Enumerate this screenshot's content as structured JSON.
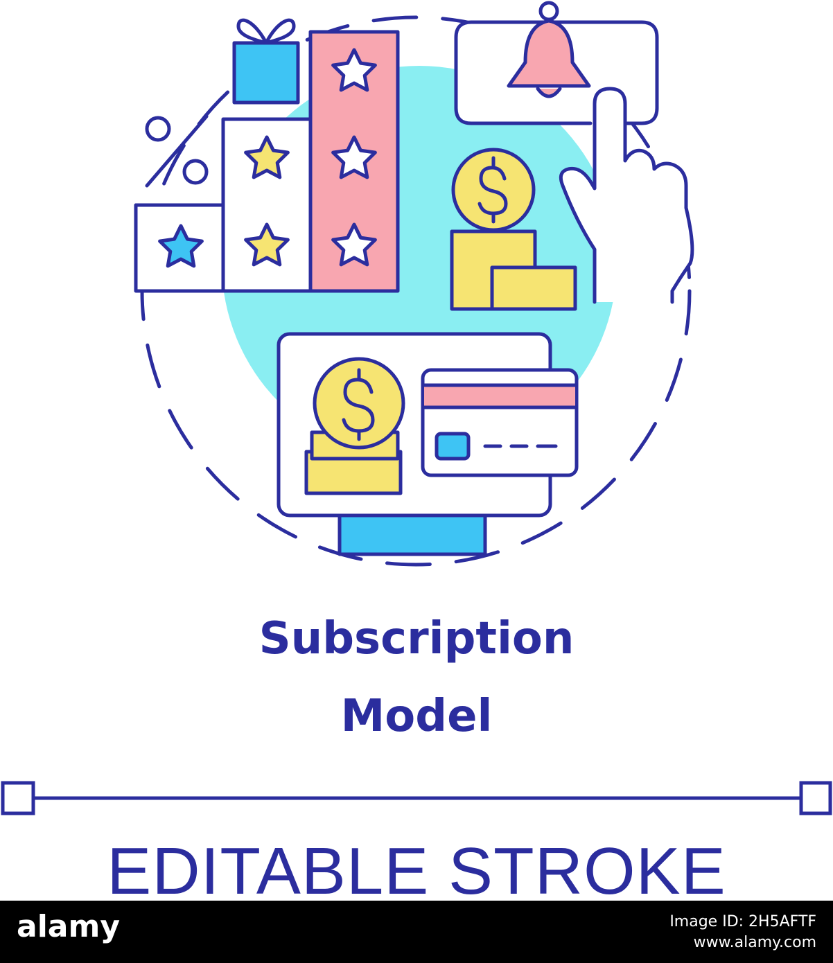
{
  "title": {
    "line1": "Subscription",
    "line2": "Model"
  },
  "caption": "EDITABLE STROKE",
  "watermark": {
    "brand": "alamy",
    "image_id_label": "Image ID: 2H5AFTF",
    "site": "www.alamy.com"
  },
  "colors": {
    "outline": "#2b2d9e",
    "cyan": "#8aeef2",
    "pink": "#f8a6b0",
    "yellow": "#f6e472",
    "blue": "#3ec4f4",
    "background": "#ffffff",
    "footer": "#000000"
  },
  "icons": [
    "gift-icon",
    "percent-icon",
    "star-icon",
    "bell-icon",
    "pointing-hand-icon",
    "coin-icon",
    "monitor-icon",
    "credit-card-icon"
  ]
}
